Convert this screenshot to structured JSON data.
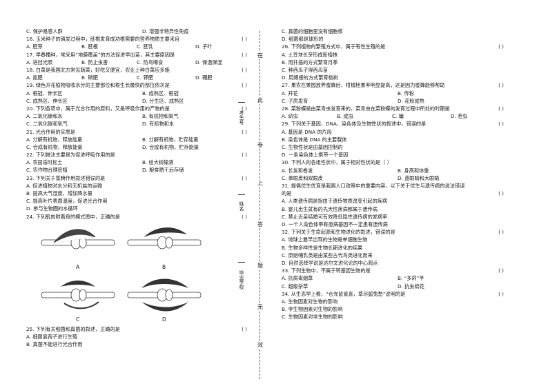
{
  "left_column": [
    {
      "type": "opts",
      "a": "C. 保护易感人群",
      "b": "D. 增强非特异性免疫"
    },
    {
      "type": "q",
      "text": "16. 玉米种子的萌发过程中，胚根发育成功根需要的营养物质主要来自",
      "paren": "(        )"
    },
    {
      "type": "opts4",
      "a": "A. 胚芽",
      "b": "B. 胚根",
      "c": "C. 胚乳",
      "d": "D. 子叶"
    },
    {
      "type": "q",
      "text": "17. 早春播种，常采用“地膜覆盖”的方法促进早出苗，其主要原因是",
      "paren": "(        )"
    },
    {
      "type": "opts4",
      "a": "A. 进挡光照",
      "b": "B. 防止虫害",
      "c": "C. 防鸟啄食",
      "d": "D. 保温保湿"
    },
    {
      "type": "q",
      "text": "18. 白菜是我国北方常见蔬菜，好吃又便宜，农业上种白菜应多施",
      "paren": "(        )"
    },
    {
      "type": "opts4",
      "a": "A. 氮肥",
      "b": "B. 磷肥",
      "c": "C. 钾肥",
      "d": "D. 硼肥"
    },
    {
      "type": "q",
      "text": "19. 绿色开花植物吸收水分的主要部位和根生长最快的部位依次是",
      "paren": "(        )"
    },
    {
      "type": "opts",
      "a": "A. 根冠、伸长区",
      "b": "B. 成熟区、根冠"
    },
    {
      "type": "opts",
      "a": "C. 成熟区、伸长区",
      "b": "D. 分生区、成熟区"
    },
    {
      "type": "q",
      "text": "20. 下列各项中，属于光合作用的原料，又是呼吸作用的产物的是",
      "paren": "(        )"
    },
    {
      "type": "opts",
      "a": "A. 二氧化碳和水",
      "b": "B. 有机物和氧气"
    },
    {
      "type": "opts",
      "a": "C. 二氧化碳和氧气",
      "b": "D. 有机物和水"
    },
    {
      "type": "q",
      "text": "21. 光合作用的实质是",
      "paren": "(        )"
    },
    {
      "type": "opts",
      "a": "A. 分解有机物，释放能量",
      "b": "B. 分解有机物，贮存能量"
    },
    {
      "type": "opts",
      "a": "C. 合成有机物，释放能量",
      "b": "D. 合成有机物，贮存能量"
    },
    {
      "type": "q",
      "text": "22. 下列做法主要是为促进呼吸作用的是",
      "paren": "(        )"
    },
    {
      "type": "opts",
      "a": "A. 农田适时松土",
      "b": "B. 给大树输液"
    },
    {
      "type": "opts",
      "a": "C. 农作物合理密植",
      "b": "D. 粮食晒干后存储"
    },
    {
      "type": "q",
      "text": "23. 下列关于蒸腾作用叙述错误的是",
      "paren": "(        )"
    },
    {
      "type": "line",
      "text": "A. 促进植物对水分和无机盐的运输"
    },
    {
      "type": "line",
      "text": "B. 提高大气湿度，增加降水量"
    },
    {
      "type": "line",
      "text": "C. 提高叶片表面温度，促进光合作用"
    },
    {
      "type": "line",
      "text": "D. 参与生物圈的水循环"
    },
    {
      "type": "q",
      "text": "24. 下列肌肉附着骨的模式图中，正确的是",
      "paren": "(        )"
    },
    {
      "type": "figs"
    },
    {
      "type": "q",
      "text": "25. 下列有关细菌和真菌的叙述，正确的是",
      "paren": "(        )"
    },
    {
      "type": "line",
      "text": "A. 细菌靠孢子进行生殖"
    },
    {
      "type": "line",
      "text": "B. 真菌不能进行光合作用"
    }
  ],
  "right_column": [
    {
      "type": "line",
      "text": "C. 真菌的细胞里没有细胞核"
    },
    {
      "type": "line",
      "text": "D. 细菌都是球形的"
    },
    {
      "type": "q",
      "text": "26. 下列植物的繁殖方式中，属于有性生殖的是",
      "paren": "(        )"
    },
    {
      "type": "line",
      "text": "A. 土豆块长芽形成新植株"
    },
    {
      "type": "line",
      "text": "B. 用扦插的方式繁育月季"
    },
    {
      "type": "line",
      "text": "C. 种西瓜子得西瓜苗"
    },
    {
      "type": "line",
      "text": "D. 用嫁接的方式繁育桃树"
    },
    {
      "type": "q",
      "text": "27. 果农在果园放养蜜蜂后，柑橘桂果率明显提高，这是因为蜜蜂能够帮助",
      "paren": "(        )"
    },
    {
      "type": "opts",
      "a": "A. 开花",
      "b": "B. 传粉"
    },
    {
      "type": "opts",
      "a": "C. 子房发育",
      "b": "D. 花粉成熟"
    },
    {
      "type": "q",
      "text": "28. 菜粉蝶是由菜青虫发育来的，菜青虫在菜粉蝶的发育过程中所处的时期是",
      "paren": "(        )"
    },
    {
      "type": "opts4",
      "a": "A. 幼虫",
      "b": "B. 成虫",
      "c": "C. 蛹",
      "d": "D. 若虫"
    },
    {
      "type": "q",
      "text": "29. 下列关于基因、DNA、染色体及生物性状的叙述中，错误的是",
      "paren": "(        )"
    },
    {
      "type": "line",
      "text": "A. 基因是 DNA 的片段"
    },
    {
      "type": "line",
      "text": "B. 染色体是 DNA 的主要载体"
    },
    {
      "type": "line",
      "text": "C. 生物性状是由基因控制的"
    },
    {
      "type": "line",
      "text": "D. 一条染色体上携带一个基因"
    },
    {
      "type": "q",
      "text": "30. 下列人的各组性状中，属于相对性状的是（        ）",
      "paren": ""
    },
    {
      "type": "opts",
      "a": "A. 长发和卷发",
      "b": "B. 身高和体重"
    },
    {
      "type": "opts",
      "a": "C. 单眼皮和双眼皮",
      "b": "D. 蓝眼睛和大眼睛"
    },
    {
      "type": "q",
      "text": "31. 提倡优生优育是我国人口政策中的重要内容，以下关于优生与遗传病的说法错误",
      "paren": ""
    },
    {
      "type": "q",
      "text": "的是",
      "paren": "(        )"
    },
    {
      "type": "line",
      "text": "A. 人类遗传病是指由于遗传物质改变引起的疾病"
    },
    {
      "type": "line",
      "text": "B. 婴儿出生就有的先天性疾病都属于遗传病"
    },
    {
      "type": "line",
      "text": "C. 禁止近亲结婚可有效降低隐性遗传病的发病率"
    },
    {
      "type": "line",
      "text": "D. 一个人染色体带有患病基因不一定患有遗传病"
    },
    {
      "type": "q",
      "text": "32. 下列关于生命起源和生物进化的叙述，错误的是",
      "paren": "(        )"
    },
    {
      "type": "line",
      "text": "A. 地球上最早出现的生物是单细胞生物"
    },
    {
      "type": "line",
      "text": "B. 生物多样性是生物长期进化的结果"
    },
    {
      "type": "line",
      "text": "C. 原始哺乳类是由某些古代鸟类进化而来"
    },
    {
      "type": "line",
      "text": "D. 自然选择学说是达尔文进化论的中心观点"
    },
    {
      "type": "q",
      "text": "33. 下列生物中，不属于转基因生物的是",
      "paren": "(        )"
    },
    {
      "type": "opts",
      "a": "A. 抗病毒烟草",
      "b": "B. “多莉”羊"
    },
    {
      "type": "opts",
      "a": "C. 超级杂草",
      "b": "D. 抗虫棉花"
    },
    {
      "type": "q",
      "text": "34. 从生态学上看，“仓充鼠雀喜，草尽狐兔愁”说明的是",
      "paren": "(        )"
    },
    {
      "type": "line",
      "text": "A. 生物因素对生物的影响"
    },
    {
      "type": "line",
      "text": "B. 非生物因素对生物的影响"
    },
    {
      "type": "line",
      "text": "C. 生物因素对非生物的影响"
    }
  ],
  "figures": [
    "A",
    "B",
    "C",
    "D"
  ],
  "margin": {
    "chars": [
      "在",
      "此",
      "卷",
      "上",
      "答",
      "题",
      "无",
      "效"
    ],
    "exam_no": "考生号",
    "name": "姓名",
    "school": "毕业学校"
  }
}
